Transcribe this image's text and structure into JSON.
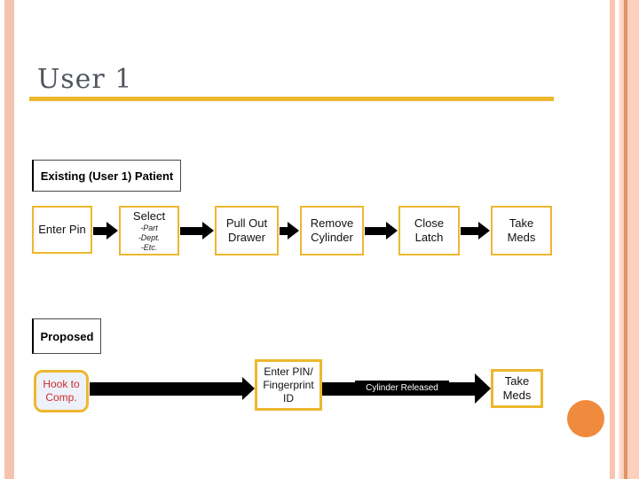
{
  "slide": {
    "title": "User 1"
  },
  "existing_flow": {
    "label": "Existing (User 1) Patient",
    "steps": [
      {
        "lines": [
          "Enter Pin"
        ]
      },
      {
        "lines": [
          "Select"
        ],
        "sub": [
          "-Part",
          "-Dept.",
          "-Etc."
        ]
      },
      {
        "lines": [
          "Pull Out",
          "Drawer"
        ]
      },
      {
        "lines": [
          "Remove",
          "Cylinder"
        ]
      },
      {
        "lines": [
          "Close",
          "Latch"
        ]
      },
      {
        "lines": [
          "Take",
          "Meds"
        ]
      }
    ]
  },
  "proposed_flow": {
    "label": "Proposed",
    "steps": [
      {
        "lines": [
          "Hook to",
          "Comp."
        ]
      },
      {
        "lines": [
          "Enter PIN/",
          "Fingerprint",
          "ID"
        ]
      },
      {
        "lines": [
          "Take",
          "Meds"
        ]
      }
    ],
    "arrow_label": "Cylinder Released"
  },
  "colors": {
    "accent_gold": "#EDB72F",
    "stripe_salmon": "#F6C3AF",
    "stripe_dark_line": "#DF9468",
    "circle_orange": "#F08A3C",
    "proposed_text_red": "#CC2D2D",
    "title_gray": "#50555D"
  }
}
